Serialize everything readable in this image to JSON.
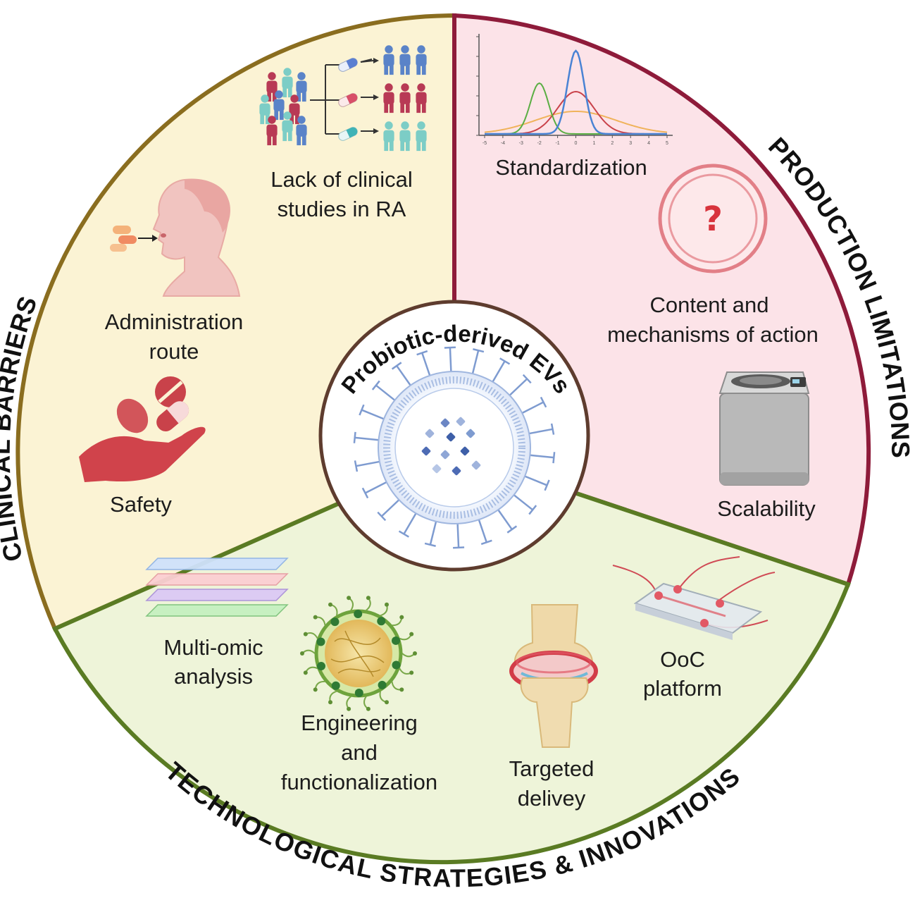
{
  "center": {
    "title": "Probiotic-derived EVs"
  },
  "sections": {
    "clinical": {
      "title": "CLINICAL BARRIERS",
      "items": [
        "Lack of clinical",
        "studies in RA",
        "Administration",
        "route",
        "Safety"
      ]
    },
    "production": {
      "title": "PRODUCTION LIMITATIONS",
      "items": [
        "Standardization",
        "Content and",
        "mechanisms of action",
        "Scalability"
      ]
    },
    "tech": {
      "title": "TECHNOLOGICAL STRATEGIES & INNOVATIONS",
      "items": [
        "Multi-omic",
        "analysis",
        "Engineering",
        "and",
        "functionalization",
        "Targeted",
        "delivey",
        "OoC",
        "platform"
      ]
    }
  },
  "chart_axis": {
    "ticks": [
      "-5",
      "-4",
      "-3",
      "-2",
      "-1",
      "0",
      "1",
      "2",
      "3",
      "4",
      "5"
    ]
  },
  "colors": {
    "clinical_fill": "#fbf3d4",
    "clinical_border": "#8a6d1f",
    "production_fill": "#fce3e8",
    "production_border": "#8e1b3a",
    "tech_fill": "#eef4d9",
    "tech_border": "#5a7b23",
    "ev_blue": "#7e9bd0",
    "accent_red": "#c9424a"
  },
  "icons": [
    "people-icon",
    "pill-icon",
    "face-profile-icon",
    "capsule-icon",
    "hand-pill-icon",
    "bell-curve-chart-icon",
    "question-circle-icon",
    "centrifuge-icon",
    "omics-layers-icon",
    "engineered-vesicle-icon",
    "knee-joint-icon",
    "organ-on-chip-icon",
    "vesicle-icon"
  ]
}
